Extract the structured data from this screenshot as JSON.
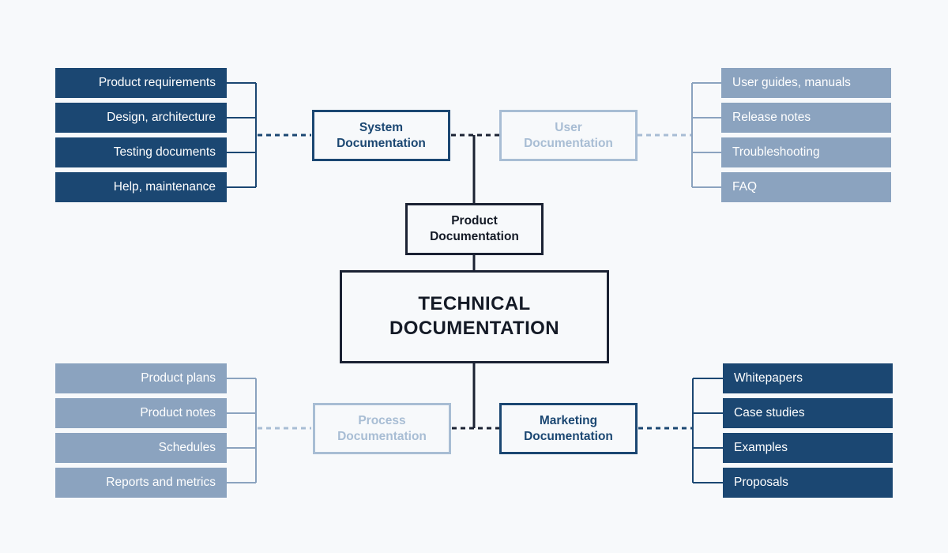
{
  "diagram": {
    "title": "Technical Documentation taxonomy",
    "background_color": "#f7f9fb",
    "colors": {
      "navy": "#1b4772",
      "slate": "#8ba3bf",
      "pale": "#a8bdd4",
      "ink": "#1b2233",
      "white": "#ffffff"
    }
  },
  "core": {
    "root": {
      "line1": "TECHNICAL",
      "line2": "DOCUMENTATION"
    },
    "product": {
      "line1": "Product",
      "line2": "Documentation"
    }
  },
  "categories": {
    "system": {
      "line1": "System",
      "line2": "Documentation",
      "style": "navy"
    },
    "user": {
      "line1": "User",
      "line2": "Documentation",
      "style": "pale"
    },
    "process": {
      "line1": "Process",
      "line2": "Documentation",
      "style": "pale"
    },
    "marketing": {
      "line1": "Marketing",
      "line2": "Documentation",
      "style": "navy"
    }
  },
  "groups": {
    "system_items": [
      {
        "label": "Product requirements"
      },
      {
        "label": "Design, architecture"
      },
      {
        "label": "Testing documents"
      },
      {
        "label": "Help, maintenance"
      }
    ],
    "user_items": [
      {
        "label": "User guides, manuals"
      },
      {
        "label": "Release notes"
      },
      {
        "label": "Troubleshooting"
      },
      {
        "label": "FAQ"
      }
    ],
    "process_items": [
      {
        "label": "Product plans"
      },
      {
        "label": "Product notes"
      },
      {
        "label": "Schedules"
      },
      {
        "label": "Reports and metrics"
      }
    ],
    "marketing_items": [
      {
        "label": "Whitepapers"
      },
      {
        "label": "Case studies"
      },
      {
        "label": "Examples"
      },
      {
        "label": "Proposals"
      }
    ]
  }
}
